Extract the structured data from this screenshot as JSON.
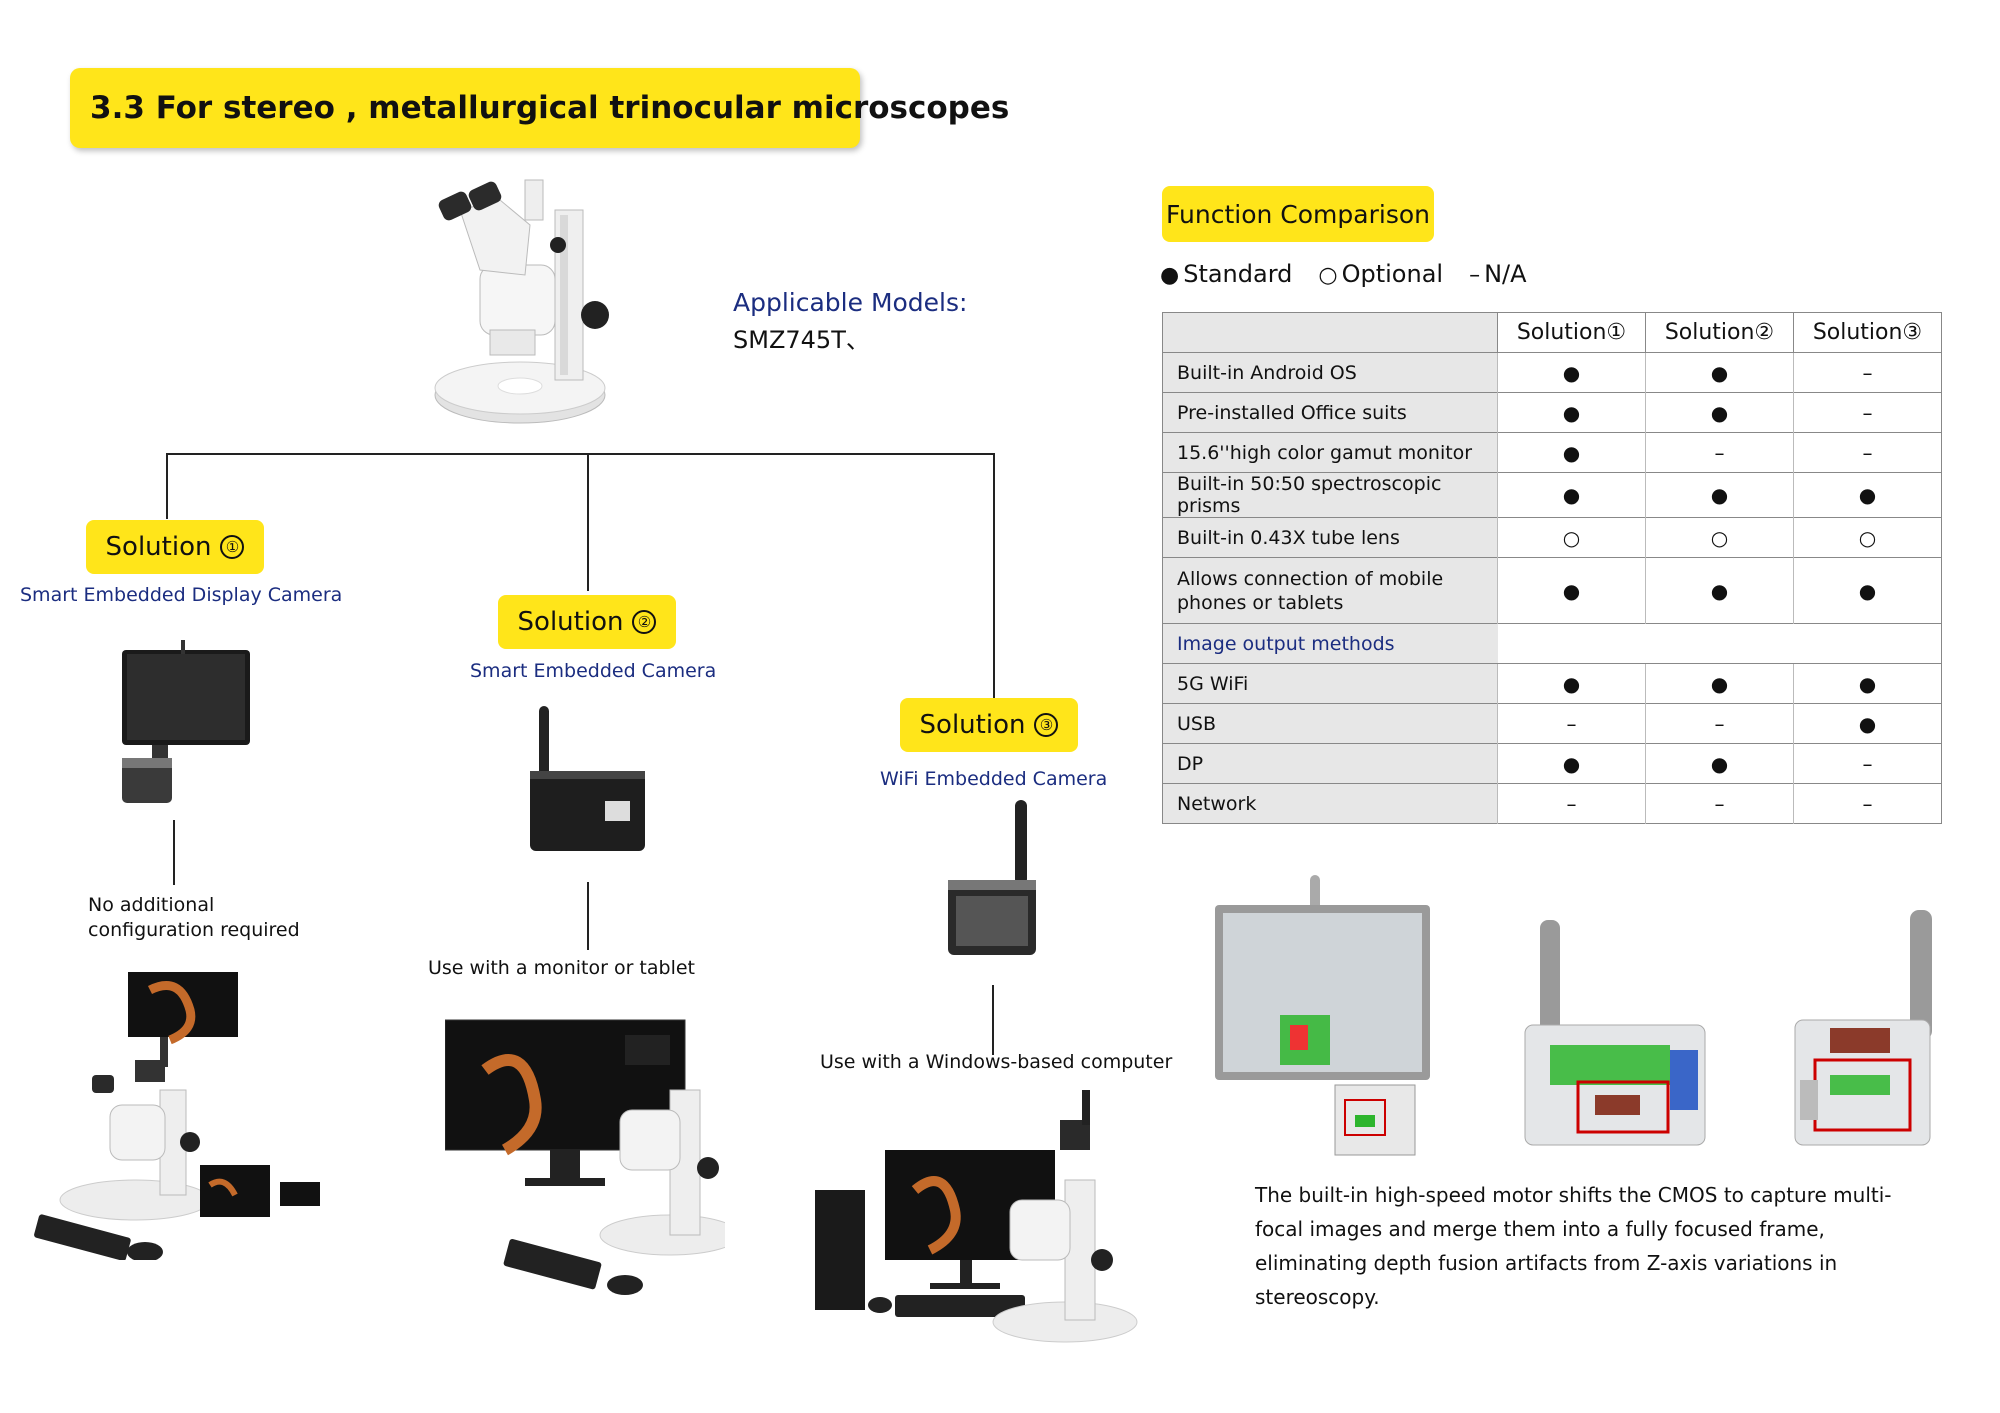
{
  "title": "3.3 For stereo , metallurgical trinocular microscopes",
  "applicable_models": {
    "label": "Applicable Models:",
    "value": "SMZ745T、"
  },
  "solutions": [
    {
      "label": "Solution",
      "num": "①",
      "subtitle": "Smart Embedded Display Camera",
      "caption": "No additional configuration required"
    },
    {
      "label": "Solution",
      "num": "②",
      "subtitle": "Smart Embedded Camera",
      "caption": "Use with a monitor or tablet"
    },
    {
      "label": "Solution",
      "num": "③",
      "subtitle": "WiFi Embedded Camera",
      "caption": "Use with a Windows-based computer"
    }
  ],
  "comparison": {
    "title": "Function Comparison",
    "legend": [
      {
        "symbol": "●",
        "text": "Standard"
      },
      {
        "symbol": "○",
        "text": "Optional"
      },
      {
        "symbol": "–",
        "text": "N/A"
      }
    ],
    "headers": [
      "Solution①",
      "Solution②",
      "Solution③"
    ],
    "rows": [
      {
        "feature": "Built-in Android OS",
        "values": [
          "●",
          "●",
          "–"
        ]
      },
      {
        "feature": "Pre-installed Office suits",
        "values": [
          "●",
          "●",
          "–"
        ]
      },
      {
        "feature": "15.6''high color gamut monitor",
        "values": [
          "●",
          "–",
          "–"
        ]
      },
      {
        "feature": "Built-in 50:50 spectroscopic prisms",
        "values": [
          "●",
          "●",
          "●"
        ]
      },
      {
        "feature": "Built-in 0.43X tube lens",
        "values": [
          "○",
          "○",
          "○"
        ]
      },
      {
        "feature": "Allows connection of mobile phones or tablets",
        "values": [
          "●",
          "●",
          "●"
        ]
      }
    ],
    "section_label": "Image output methods",
    "output_rows": [
      {
        "feature": "5G WiFi",
        "values": [
          "●",
          "●",
          "●"
        ]
      },
      {
        "feature": "USB",
        "values": [
          "–",
          "–",
          "●"
        ]
      },
      {
        "feature": "DP",
        "values": [
          "●",
          "●",
          "–"
        ]
      },
      {
        "feature": "Network",
        "values": [
          "–",
          "–",
          "–"
        ]
      }
    ]
  },
  "note": "The built-in high-speed motor shifts the CMOS to capture multi-focal images and merge them into a fully focused frame, eliminating depth fusion artifacts from Z-axis variations in stereoscopy."
}
